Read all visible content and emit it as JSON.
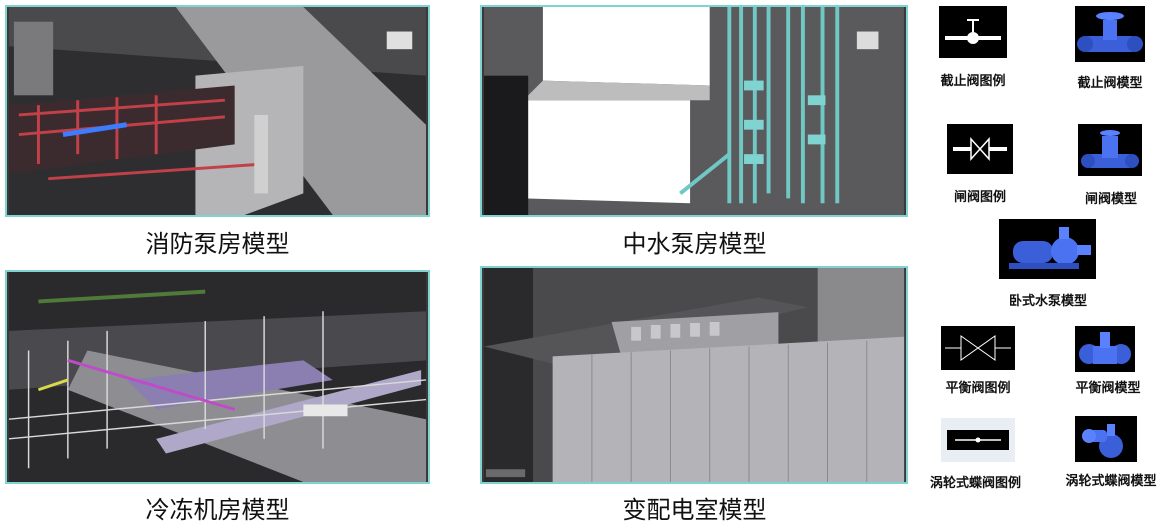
{
  "models": [
    {
      "id": "fire-pump-room",
      "label": "消防泵房模型"
    },
    {
      "id": "reclaimed-water-pump-room",
      "label": "中水泵房模型"
    },
    {
      "id": "refrigeration-room",
      "label": "冷冻机房模型"
    },
    {
      "id": "substation-room",
      "label": "变配电室模型"
    }
  ],
  "legend": {
    "globe_valve_symbol": "截止阀图例",
    "globe_valve_model": "截止阀模型",
    "gate_valve_symbol": "闸阀图例",
    "gate_valve_model": "闸阀模型",
    "horizontal_pump_model": "卧式水泵模型",
    "balance_valve_symbol": "平衡阀图例",
    "balance_valve_model": "平衡阀模型",
    "butterfly_valve_symbol": "涡轮式蝶阀图例",
    "butterfly_valve_model": "涡轮式蝶阀模型"
  },
  "colors": {
    "panel_border": "#7fd3d0",
    "model_blue": "#3a5fd9",
    "pipe_red": "#b8303a",
    "pipe_cyan": "#5fc7c4"
  }
}
